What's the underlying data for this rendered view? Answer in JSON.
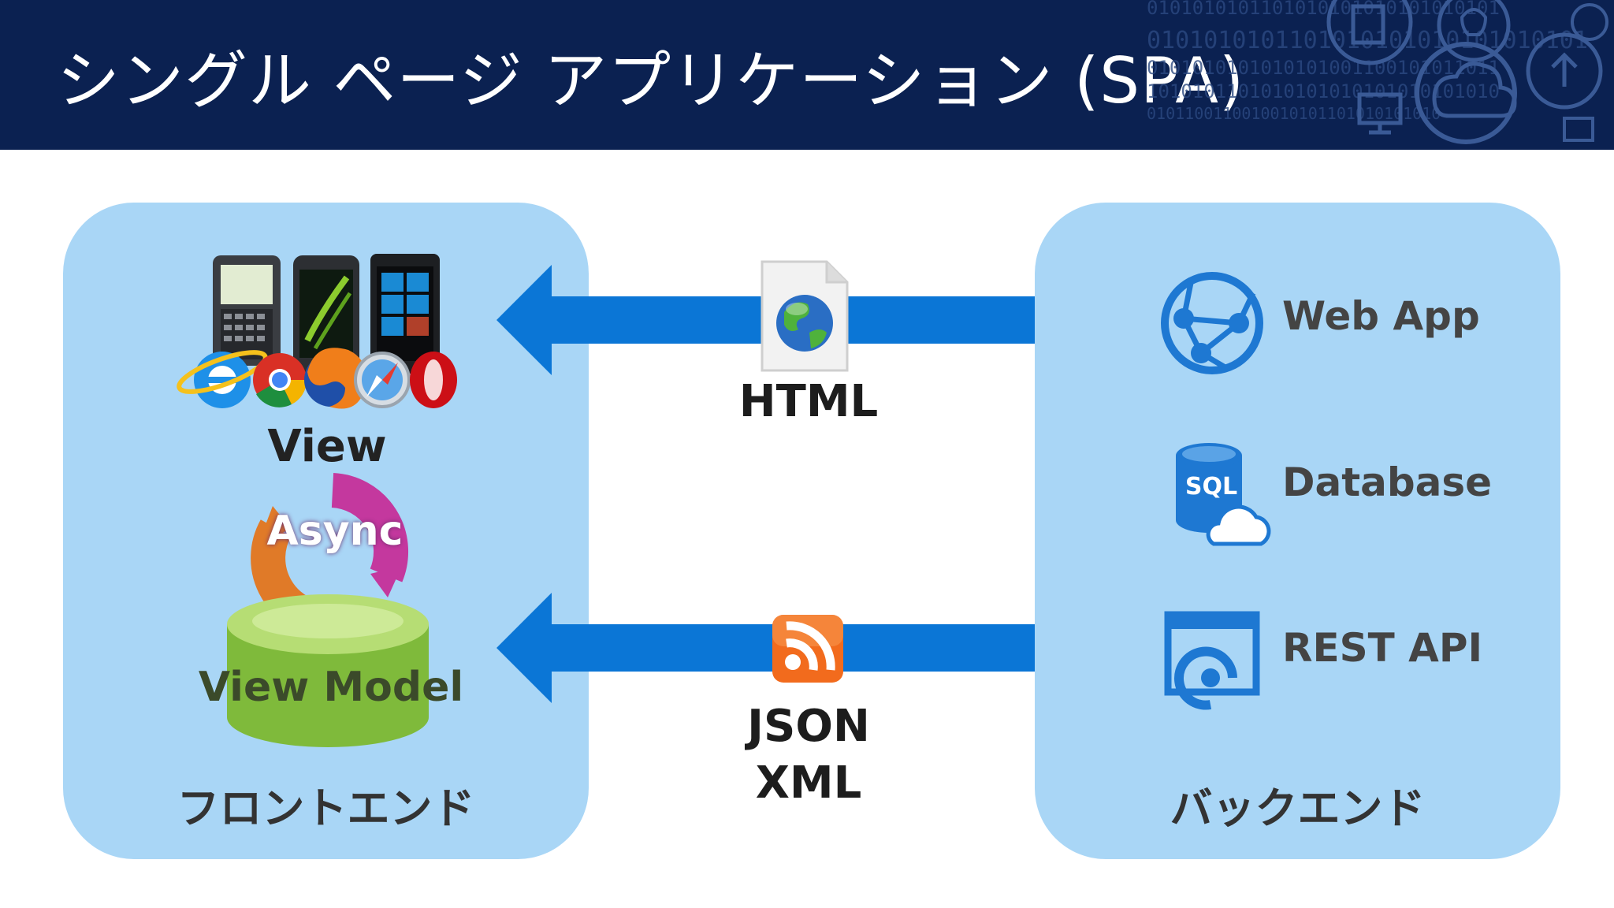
{
  "header": {
    "title": "シングル ページ アプリケーション (SPA)",
    "binary_lines": [
      "0101010101101010101010101010101",
      "0101010101010101001100101011011",
      "1010101101010101010101010101010",
      "0101100110010010101101010101010"
    ]
  },
  "frontend": {
    "panel_label": "フロントエンド",
    "view_label": "View",
    "async_label": "Async",
    "viewmodel_label": "View Model"
  },
  "middle": {
    "html_label": "HTML",
    "json_label": "JSON",
    "xml_label": "XML"
  },
  "backend": {
    "panel_label": "バックエンド",
    "webapp_label": "Web App",
    "database_label": "Database",
    "sql_label": "SQL",
    "restapi_label": "REST API"
  },
  "colors": {
    "header_bg": "#0b2151",
    "panel_bg": "#a9d6f6",
    "arrow": "#0b76d6",
    "icon_blue": "#1e78d2",
    "rss_orange": "#f26b1d",
    "viewmodel_green": "#93c84a"
  }
}
